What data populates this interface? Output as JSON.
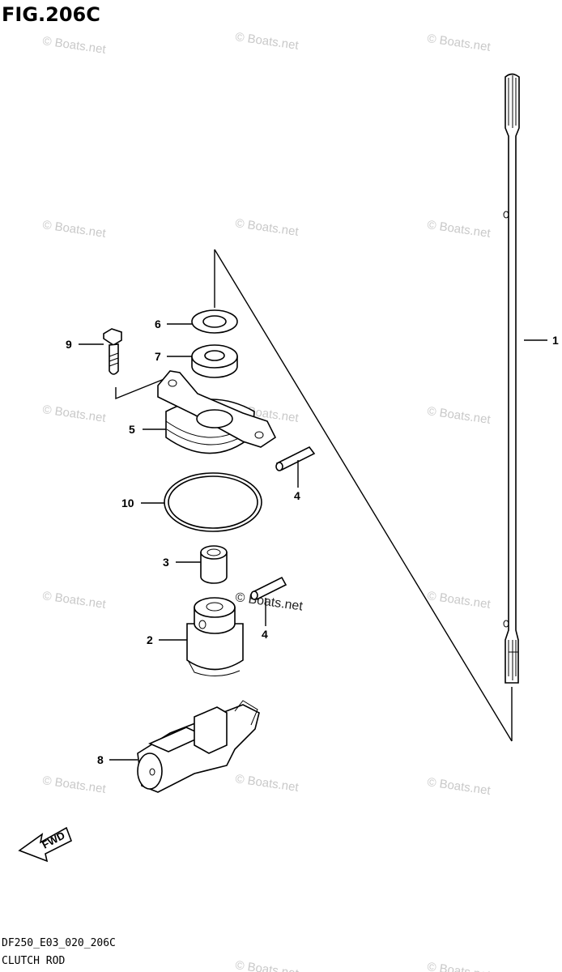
{
  "figure_title": "FIG.206C",
  "diagram_code": "DF250_E03_020_206C",
  "diagram_caption": "CLUTCH ROD",
  "watermark": "© Boats.net",
  "direction_label": "FWD",
  "callouts": [
    "1",
    "2",
    "3",
    "4",
    "4",
    "5",
    "6",
    "7",
    "8",
    "9",
    "10"
  ]
}
